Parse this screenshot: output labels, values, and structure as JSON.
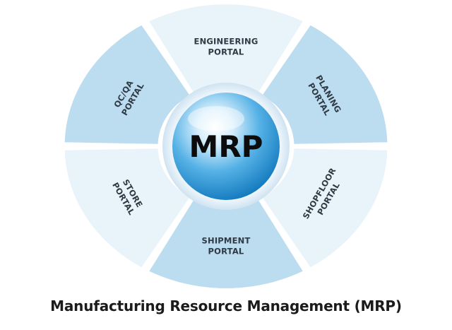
{
  "diagram": {
    "hub": {
      "label": "MRP"
    },
    "segments": [
      {
        "id": "engineering",
        "lines": [
          "ENGINEERING",
          "PORTAL"
        ],
        "fill": "#e9f3fa"
      },
      {
        "id": "planing",
        "lines": [
          "PLANING",
          "PORTAL"
        ],
        "fill": "#bcdcf0"
      },
      {
        "id": "shopfloor",
        "lines": [
          "SHOPFLOOR",
          "PORTAL"
        ],
        "fill": "#e9f3fa"
      },
      {
        "id": "shipment",
        "lines": [
          "SHIPMENT",
          "PORTAL"
        ],
        "fill": "#bcdcf0"
      },
      {
        "id": "store",
        "lines": [
          "STORE",
          "PORTAL"
        ],
        "fill": "#e9f3fa"
      },
      {
        "id": "qcqa",
        "lines": [
          "QC/QA",
          "PORTAL"
        ],
        "fill": "#bcdcf0"
      }
    ]
  },
  "caption": "Manufacturing Resource Management (MRP)",
  "colors": {
    "segment_dark": "#bcdcf0",
    "segment_light": "#e9f3fa",
    "hub_blue": "#1b8ed0",
    "text": "#2f3a45"
  }
}
